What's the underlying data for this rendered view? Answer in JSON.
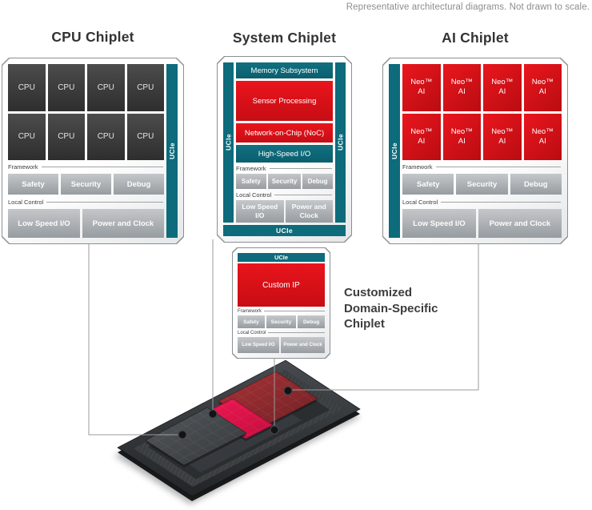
{
  "disclaimer": "Representative architectural diagrams. Not drawn to scale.",
  "cpu": {
    "title": "CPU Chiplet",
    "cores": [
      "CPU",
      "CPU",
      "CPU",
      "CPU",
      "CPU",
      "CPU",
      "CPU",
      "CPU"
    ],
    "ucie": "UCIe",
    "framework": "Framework",
    "safety": "Safety",
    "security": "Security",
    "debug": "Debug",
    "local_control": "Local Control",
    "low_speed": "Low Speed I/O",
    "power_clock": "Power and Clock"
  },
  "system": {
    "title": "System Chiplet",
    "memory": "Memory Subsystem",
    "sensor": "Sensor Processing",
    "noc": "Network-on-Chip (NoC)",
    "highspeed": "High-Speed I/O",
    "framework": "Framework",
    "safety": "Safety",
    "security": "Security",
    "debug": "Debug",
    "local_control": "Local Control",
    "low_speed": "Low Speed\nI/O",
    "power_clock": "Power and\nClock",
    "ucie_left": "UCIe",
    "ucie_right": "UCIe",
    "ucie_bottom": "UCIe"
  },
  "ai": {
    "title": "AI Chiplet",
    "cores": [
      "Neo™\nAI",
      "Neo™\nAI",
      "Neo™\nAI",
      "Neo™\nAI",
      "Neo™\nAI",
      "Neo™\nAI",
      "Neo™\nAI",
      "Neo™\nAI"
    ],
    "ucie": "UCIe",
    "framework": "Framework",
    "safety": "Safety",
    "security": "Security",
    "debug": "Debug",
    "local_control": "Local Control",
    "low_speed": "Low Speed I/O",
    "power_clock": "Power and Clock"
  },
  "custom": {
    "ucie": "UCIe",
    "main": "Custom IP",
    "framework": "Framework",
    "safety": "Safety",
    "security": "Security",
    "debug": "Debug",
    "local_control": "Local Control",
    "low_speed": "Low Speed I/O",
    "power_clock": "Power and Clock",
    "caption": "Customized\nDomain-Specific\nChiplet"
  },
  "colors": {
    "teal": "#0d6b7b",
    "red": "#e2121b",
    "package_pink": "#e0164b",
    "package_dark_red": "#93292e",
    "connector_gray": "#9b9b9b"
  }
}
